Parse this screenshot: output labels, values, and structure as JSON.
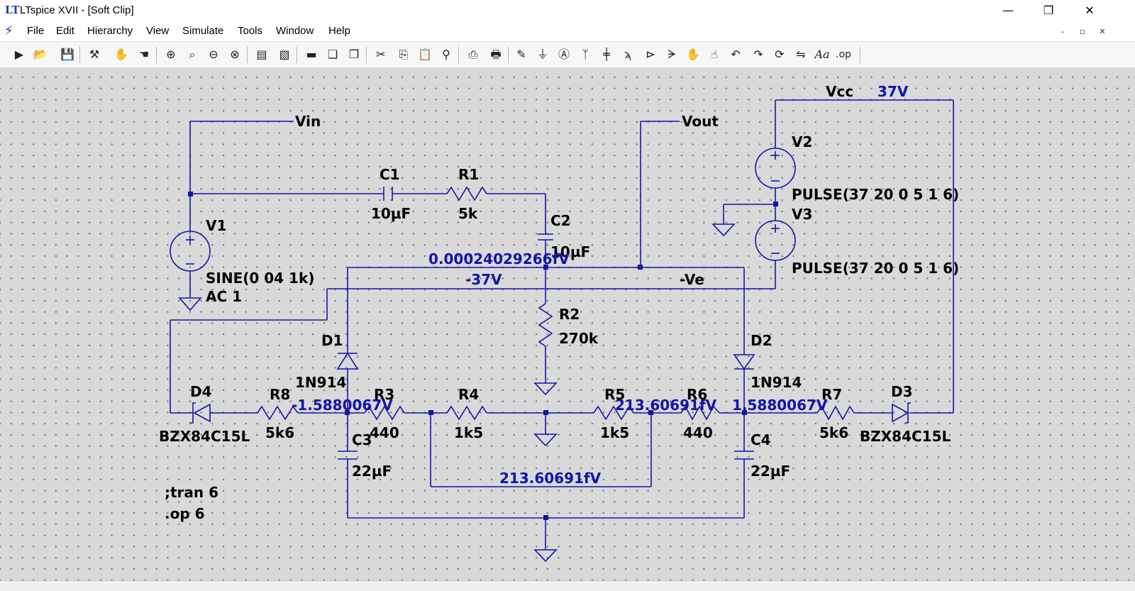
{
  "window": {
    "title": "LTspice XVII - [Soft Clip]",
    "minimize": "—",
    "maximize": "❐",
    "close": "✕"
  },
  "menu": {
    "items": [
      "File",
      "Edit",
      "Hierarchy",
      "View",
      "Simulate",
      "Tools",
      "Window",
      "Help"
    ],
    "mdi": {
      "minimize": "–",
      "restore": "▫",
      "close": "✕"
    }
  },
  "toolbar": {
    "buttons": [
      "run",
      "open",
      "save",
      "control-panel",
      "halt",
      "pan",
      "zoom-in",
      "zoom-fit",
      "zoom-out",
      "zoom-cancel",
      "plot-settings",
      "autorange",
      "tile",
      "cascade",
      "arrange",
      "cut",
      "copy",
      "paste",
      "find",
      "print",
      "print-setup",
      "draw-wire",
      "ground",
      "label-net",
      "resistor",
      "capacitor",
      "inductor",
      "diode",
      "component",
      "move",
      "drag",
      "undo",
      "redo",
      "rotate",
      "mirror",
      "text",
      "spice-directive"
    ],
    "text_aa": "Aa",
    "text_op": ".op"
  },
  "colors": {
    "wire": "#1414a8",
    "component": "#1414a8",
    "label": "#000000",
    "op_value": "#1414a8",
    "canvas": "#d9d9d9"
  },
  "schematic": {
    "nets": {
      "vin": "Vin",
      "vout": "Vout",
      "vcc": "Vcc",
      "neg_ve": "-Ve"
    },
    "op_values": {
      "vcc": "37V",
      "neg37": "-37V",
      "out_node": "0.00024029266fV",
      "left_node": "-1.5880067V",
      "right_node": "1.5880067V",
      "r5_node": "213.60691fV",
      "bottom_node": "213.60691fV"
    },
    "components": {
      "V1": {
        "name": "V1",
        "value": "SINE(0 04 1k)",
        "extra": "AC 1"
      },
      "V2": {
        "name": "V2",
        "value": "PULSE(37 20 0 5 1 6)"
      },
      "V3": {
        "name": "V3",
        "value": "PULSE(37 20 0 5 1 6)"
      },
      "C1": {
        "name": "C1",
        "value": "10µF"
      },
      "C2": {
        "name": "C2",
        "value": "10µF"
      },
      "C3": {
        "name": "C3",
        "value": "22µF"
      },
      "C4": {
        "name": "C4",
        "value": "22µF"
      },
      "R1": {
        "name": "R1",
        "value": "5k"
      },
      "R2": {
        "name": "R2",
        "value": "270k"
      },
      "R3": {
        "name": "R3",
        "value": "440"
      },
      "R4": {
        "name": "R4",
        "value": "1k5"
      },
      "R5": {
        "name": "R5",
        "value": "1k5"
      },
      "R6": {
        "name": "R6",
        "value": "440"
      },
      "R7": {
        "name": "R7",
        "value": "5k6"
      },
      "R8": {
        "name": "R8",
        "value": "5k6"
      },
      "D1": {
        "name": "D1",
        "value": "1N914"
      },
      "D2": {
        "name": "D2",
        "value": "1N914"
      },
      "D3": {
        "name": "D3",
        "value": "BZX84C15L"
      },
      "D4": {
        "name": "D4",
        "value": "BZX84C15L"
      }
    },
    "directives": [
      ";tran 6",
      ".op 6"
    ]
  }
}
